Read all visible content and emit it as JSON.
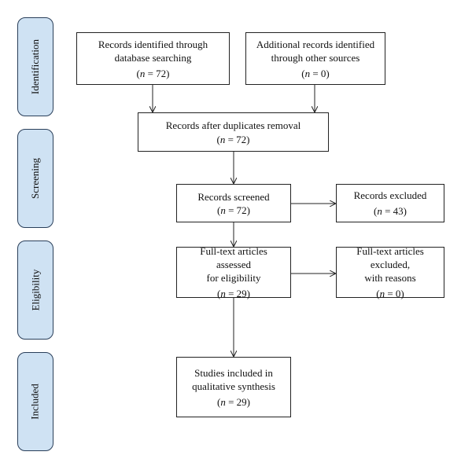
{
  "stages": {
    "identification": "Identification",
    "screening": "Screening",
    "eligibility": "Eligibility",
    "included": "Included"
  },
  "boxes": {
    "database": {
      "lines": [
        "Records identified through",
        "database searching"
      ],
      "n_prefix": "n",
      "n_value": " = 72"
    },
    "other": {
      "lines": [
        "Additional records identified",
        "through other sources"
      ],
      "n_prefix": "n",
      "n_value": " = 0"
    },
    "duplicates": {
      "lines": [
        "Records after duplicates removal"
      ],
      "n_prefix": "n",
      "n_value": " = 72"
    },
    "screened": {
      "lines": [
        "Records screened"
      ],
      "n_prefix": "n",
      "n_value": " = 72"
    },
    "excluded": {
      "lines": [
        "Records excluded"
      ],
      "n_prefix": "n",
      "n_value": " = 43"
    },
    "fulltext": {
      "lines": [
        "Full-text articles assessed",
        "for eligibility"
      ],
      "n_prefix": "n",
      "n_value": " = 29"
    },
    "ft_excluded": {
      "lines": [
        "Full-text articles excluded,",
        "with reasons"
      ],
      "n_prefix": "n",
      "n_value": " = 0"
    },
    "included": {
      "lines": [
        "Studies included in",
        "qualitative synthesis"
      ],
      "n_prefix": "n",
      "n_value": " = 29"
    }
  },
  "colors": {
    "stage_fill": "#cfe2f3",
    "stage_border": "#2a3f5a",
    "box_border": "#222222",
    "arrow": "#222222"
  }
}
